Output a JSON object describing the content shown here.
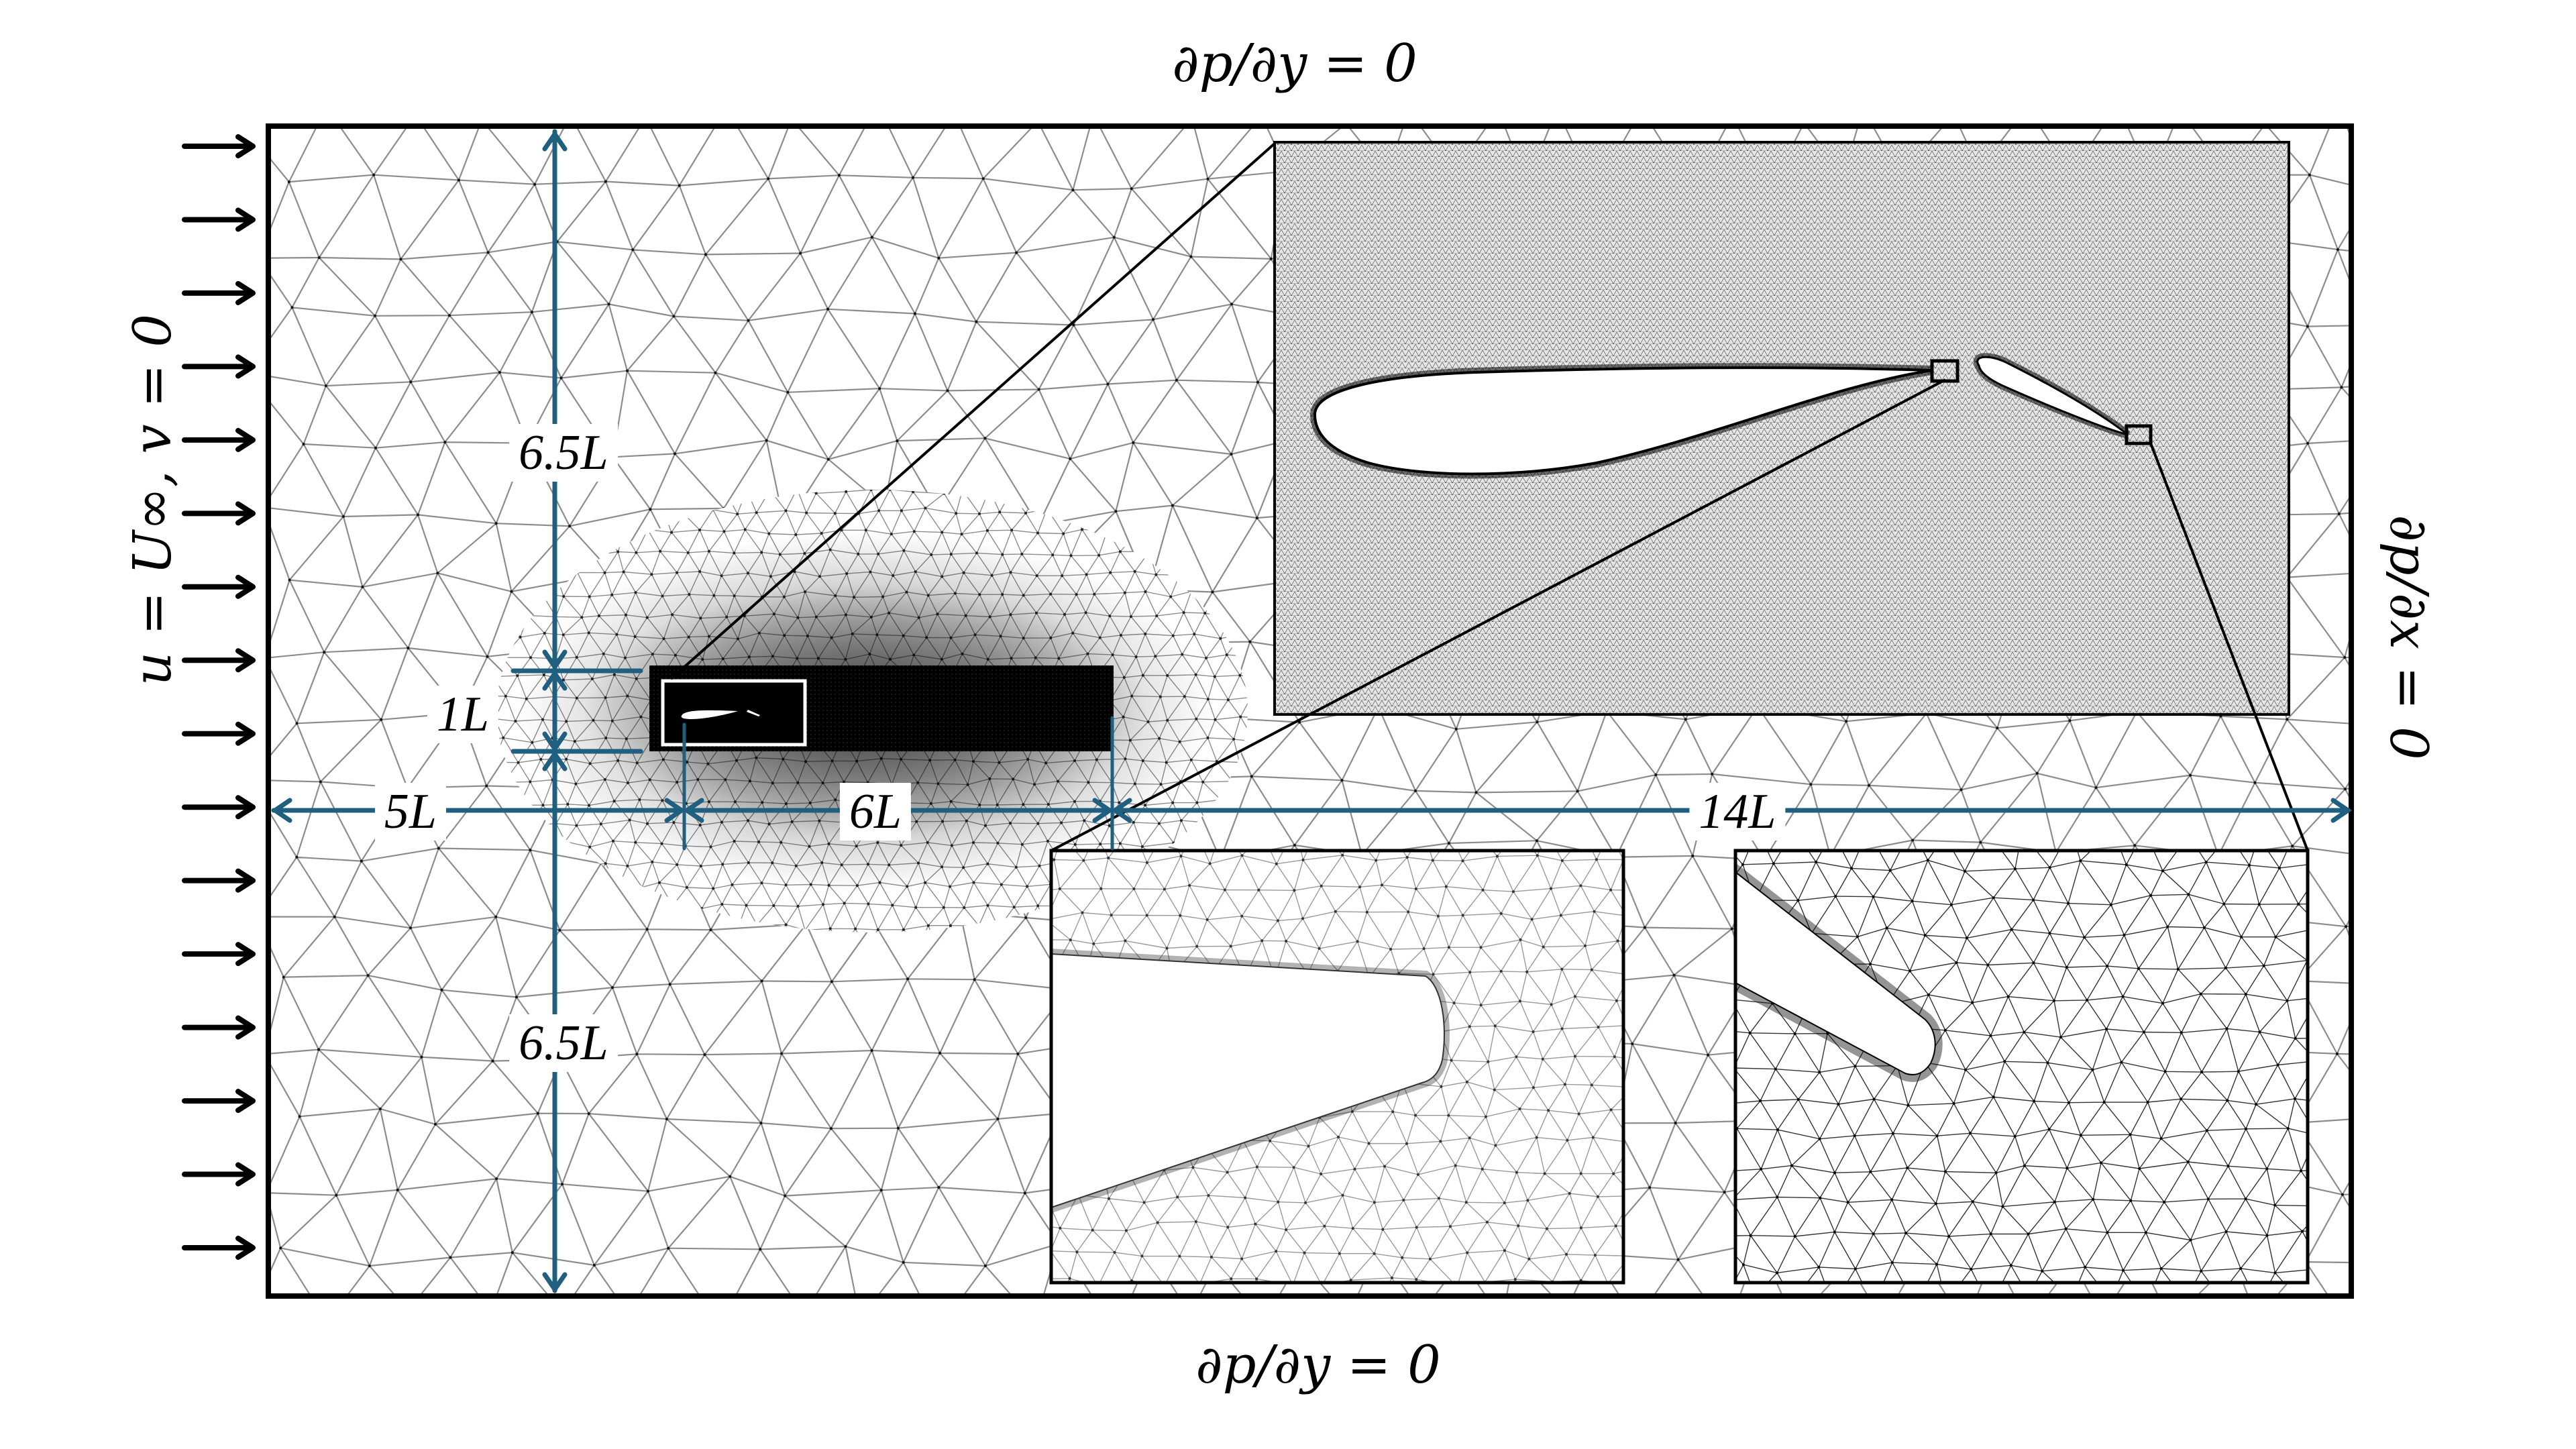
{
  "figure": {
    "title": "Computational domain and mesh around a two-element airfoil (main wing + flap)",
    "colors": {
      "dimension_line": "#1f5f80",
      "domain_border": "#000000",
      "mesh_line": "#8c8c8c",
      "inlet_arrow": "#000000"
    }
  },
  "boundary_conditions": {
    "top": "∂p/∂y = 0",
    "bottom": "∂p/∂y = 0",
    "inlet": "u = U∞, v = 0",
    "outlet": "∂p/∂x = 0"
  },
  "inlet_arrows": {
    "count": 16,
    "direction": "right"
  },
  "dimensions": {
    "upstream_height": "6.5L",
    "refinement_height": "1L",
    "downstream_height": "6.5L",
    "upstream_length": "5L",
    "refinement_length": "6L",
    "wake_length": "14L"
  },
  "insets": [
    {
      "name": "near-field mesh",
      "content": "Main element and flap with fine triangular mesh"
    },
    {
      "name": "main element trailing edge",
      "content": "Blunt trailing edge of main element with boundary-refined mesh"
    },
    {
      "name": "flap trailing edge",
      "content": "Rounded flap trailing edge with local mesh refinement"
    }
  ]
}
